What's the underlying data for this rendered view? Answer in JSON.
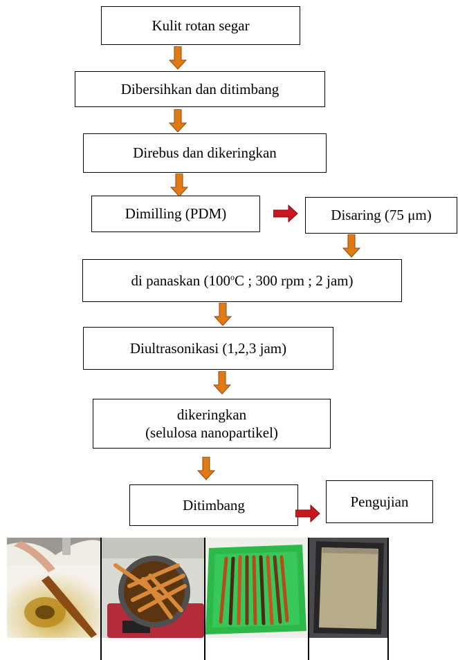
{
  "flow": {
    "step1": "Kulit rotan segar",
    "step2": "Dibersihkan dan ditimbang",
    "step3": "Direbus dan dikeringkan",
    "step4": "Dimilling (PDM)",
    "step5": "Disaring (75 μm)",
    "step6_pre": "di panaskan (100",
    "step6_sup": "o",
    "step6_post": "C ; 300 rpm ; 2 jam)",
    "step7": "Diultrasonikasi (1,2,3 jam)",
    "step8_line1": "dikeringkan",
    "step8_line2": "(selulosa nanopartikel)",
    "step9": "Ditimbang",
    "step10": "Pengujian"
  },
  "colors": {
    "arrow_orange": "#e07a17",
    "arrow_red": "#c8171f",
    "stroke": "#000000"
  },
  "photos": [
    {
      "icon": "washing-photo"
    },
    {
      "icon": "boiling-photo"
    },
    {
      "icon": "drying-tray-photo"
    },
    {
      "icon": "powder-tray-photo"
    }
  ]
}
